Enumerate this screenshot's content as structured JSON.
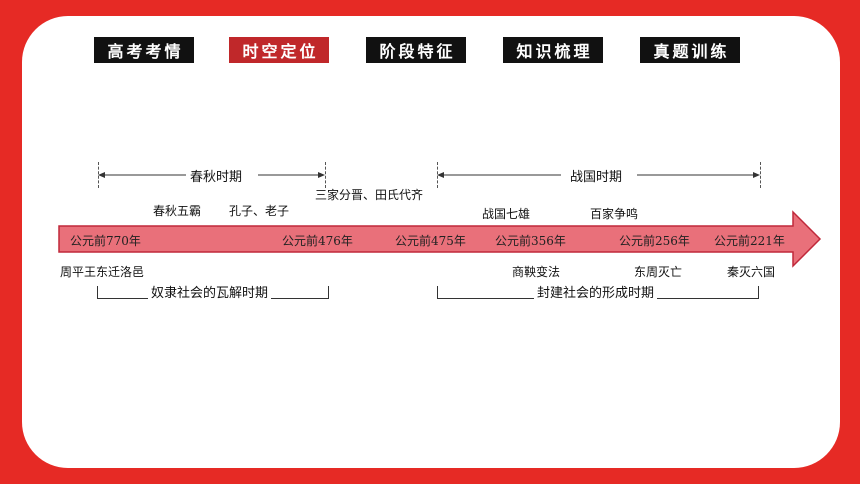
{
  "tabs": [
    {
      "label": "高考考情",
      "active": false
    },
    {
      "label": "时空定位",
      "active": true
    },
    {
      "label": "阶段特征",
      "active": false
    },
    {
      "label": "知识梳理",
      "active": false
    },
    {
      "label": "真题训练",
      "active": false
    }
  ],
  "periods": {
    "spring_autumn": "春秋时期",
    "warring_states": "战国时期"
  },
  "top_events": {
    "five_hegemons": "春秋五霸",
    "confucius_laozi": "孔子、老子",
    "partition_jin": "三家分晋、田氏代齐",
    "seven_states": "战国七雄",
    "hundred_schools": "百家争鸣"
  },
  "years": [
    "公元前770年",
    "公元前476年",
    "公元前475年",
    "公元前356年",
    "公元前256年",
    "公元前221年"
  ],
  "bottom_events": {
    "move_luoyi": "周平王东迁洛邑",
    "shang_reform": "商鞅变法",
    "eastern_zhou_fall": "东周灭亡",
    "qin_unify": "秦灭六国"
  },
  "eras": {
    "slavery_collapse": "奴隶社会的瓦解时期",
    "feudal_formation": "封建社会的形成时期"
  },
  "colors": {
    "background": "#e62a25",
    "arrow_fill": "#e9707a",
    "arrow_stroke": "#c0283a",
    "tab_dark": "#111111",
    "tab_active": "#c0282a"
  }
}
